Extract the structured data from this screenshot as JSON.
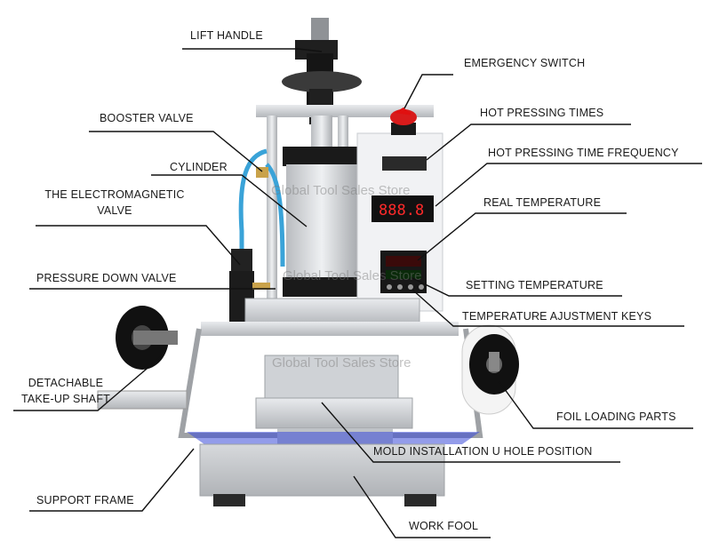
{
  "labels": {
    "lift_handle": "LIFT HANDLE",
    "emergency_switch": "EMERGENCY SWITCH",
    "booster_valve": "BOOSTER VALVE",
    "hot_pressing_times": "HOT PRESSING TIMES",
    "cylinder": "CYLINDER",
    "hot_pressing_time_frequency": "HOT PRESSING TIME FREQUENCY",
    "electromagnetic_valve_line1": "THE ELECTROMAGNETIC",
    "electromagnetic_valve_line2": "VALVE",
    "real_temperature": "REAL TEMPERATURE",
    "pressure_down_valve": "PRESSURE DOWN VALVE",
    "setting_temperature": "SETTING TEMPERATURE",
    "temperature_adjustment_keys": "TEMPERATURE AJUSTMENT KEYS",
    "take_up_shaft_line1": "DETACHABLE",
    "take_up_shaft_line2": "TAKE-UP SHAFT",
    "foil_loading_parts": "FOIL LOADING PARTS",
    "mold_installation": "MOLD INSTALLATION U HOLE POSITION",
    "support_frame": "SUPPORT FRAME",
    "work_fool": "WORK FOOL"
  },
  "watermark": "Global Tool Sales Store",
  "colors": {
    "emergency_arrow": "#e01010",
    "air_tube": "#3aa3d8",
    "display_digits": "#ff2a2a"
  }
}
